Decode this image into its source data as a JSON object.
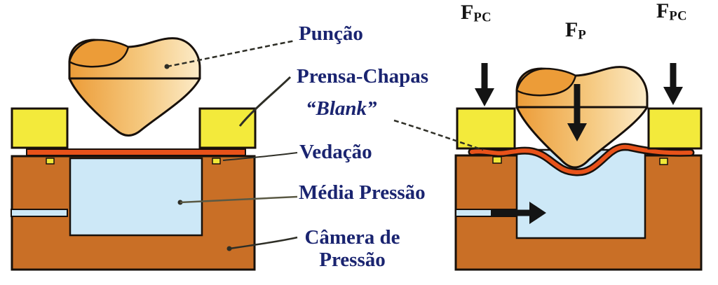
{
  "title": "Hydromechanical deep drawing diagram",
  "labels": {
    "puncao": "Punção",
    "prensa_chapas": "Prensa-Chapas",
    "blank": "“Blank”",
    "vedacao": "Vedação",
    "media_pressao": "Média Pressão",
    "camera_de_pressao": "Câmera de\nPressão"
  },
  "forces": {
    "left": {
      "symbol": "F",
      "subscript": "PC"
    },
    "center": {
      "symbol": "F",
      "subscript": "P"
    },
    "right": {
      "symbol": "F",
      "subscript": "PC"
    }
  },
  "icons": {
    "down_arrows": "force-arrow-down-icon",
    "right_arrow": "fluid-inlet-arrow-icon"
  },
  "colors": {
    "punch_dark": "#EC9C38",
    "punch_mid": "#F5C87E",
    "punch_light": "#FCEBC8",
    "holder_yellow": "#F3EA3B",
    "die_brown": "#C96F26",
    "fluid_blue": "#CDE8F7",
    "blank_orange": "#E8521A",
    "seal_yellow": "#F0E838",
    "outline_black": "#17100B",
    "label_navy": "#1A2470",
    "force_black": "#141414"
  }
}
